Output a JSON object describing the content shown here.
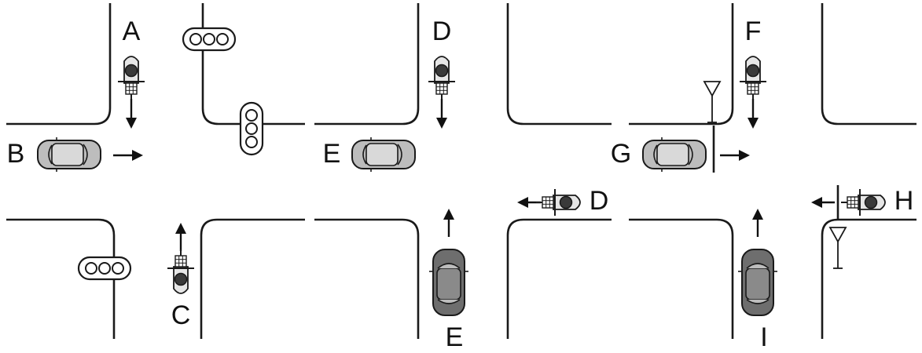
{
  "labels": {
    "A": "A",
    "B": "B",
    "C": "C",
    "D_top": "D",
    "D_right": "D",
    "E_left": "E",
    "E_bottom": "E",
    "F": "F",
    "G": "G",
    "H": "H",
    "I": "I"
  },
  "colors": {
    "line": "#1a1a1a",
    "car_light": "#bdbdbd",
    "car_light_roof": "#d9d9d9",
    "car_dark": "#6e6e6e",
    "car_dark_roof": "#8a8a8a",
    "bike_body": "#e6e6e6",
    "rider": "#3a3a3a"
  },
  "icons": [
    "motorcycle-icon",
    "car-icon",
    "traffic-light-icon",
    "yield-sign-icon",
    "arrow-icon"
  ]
}
